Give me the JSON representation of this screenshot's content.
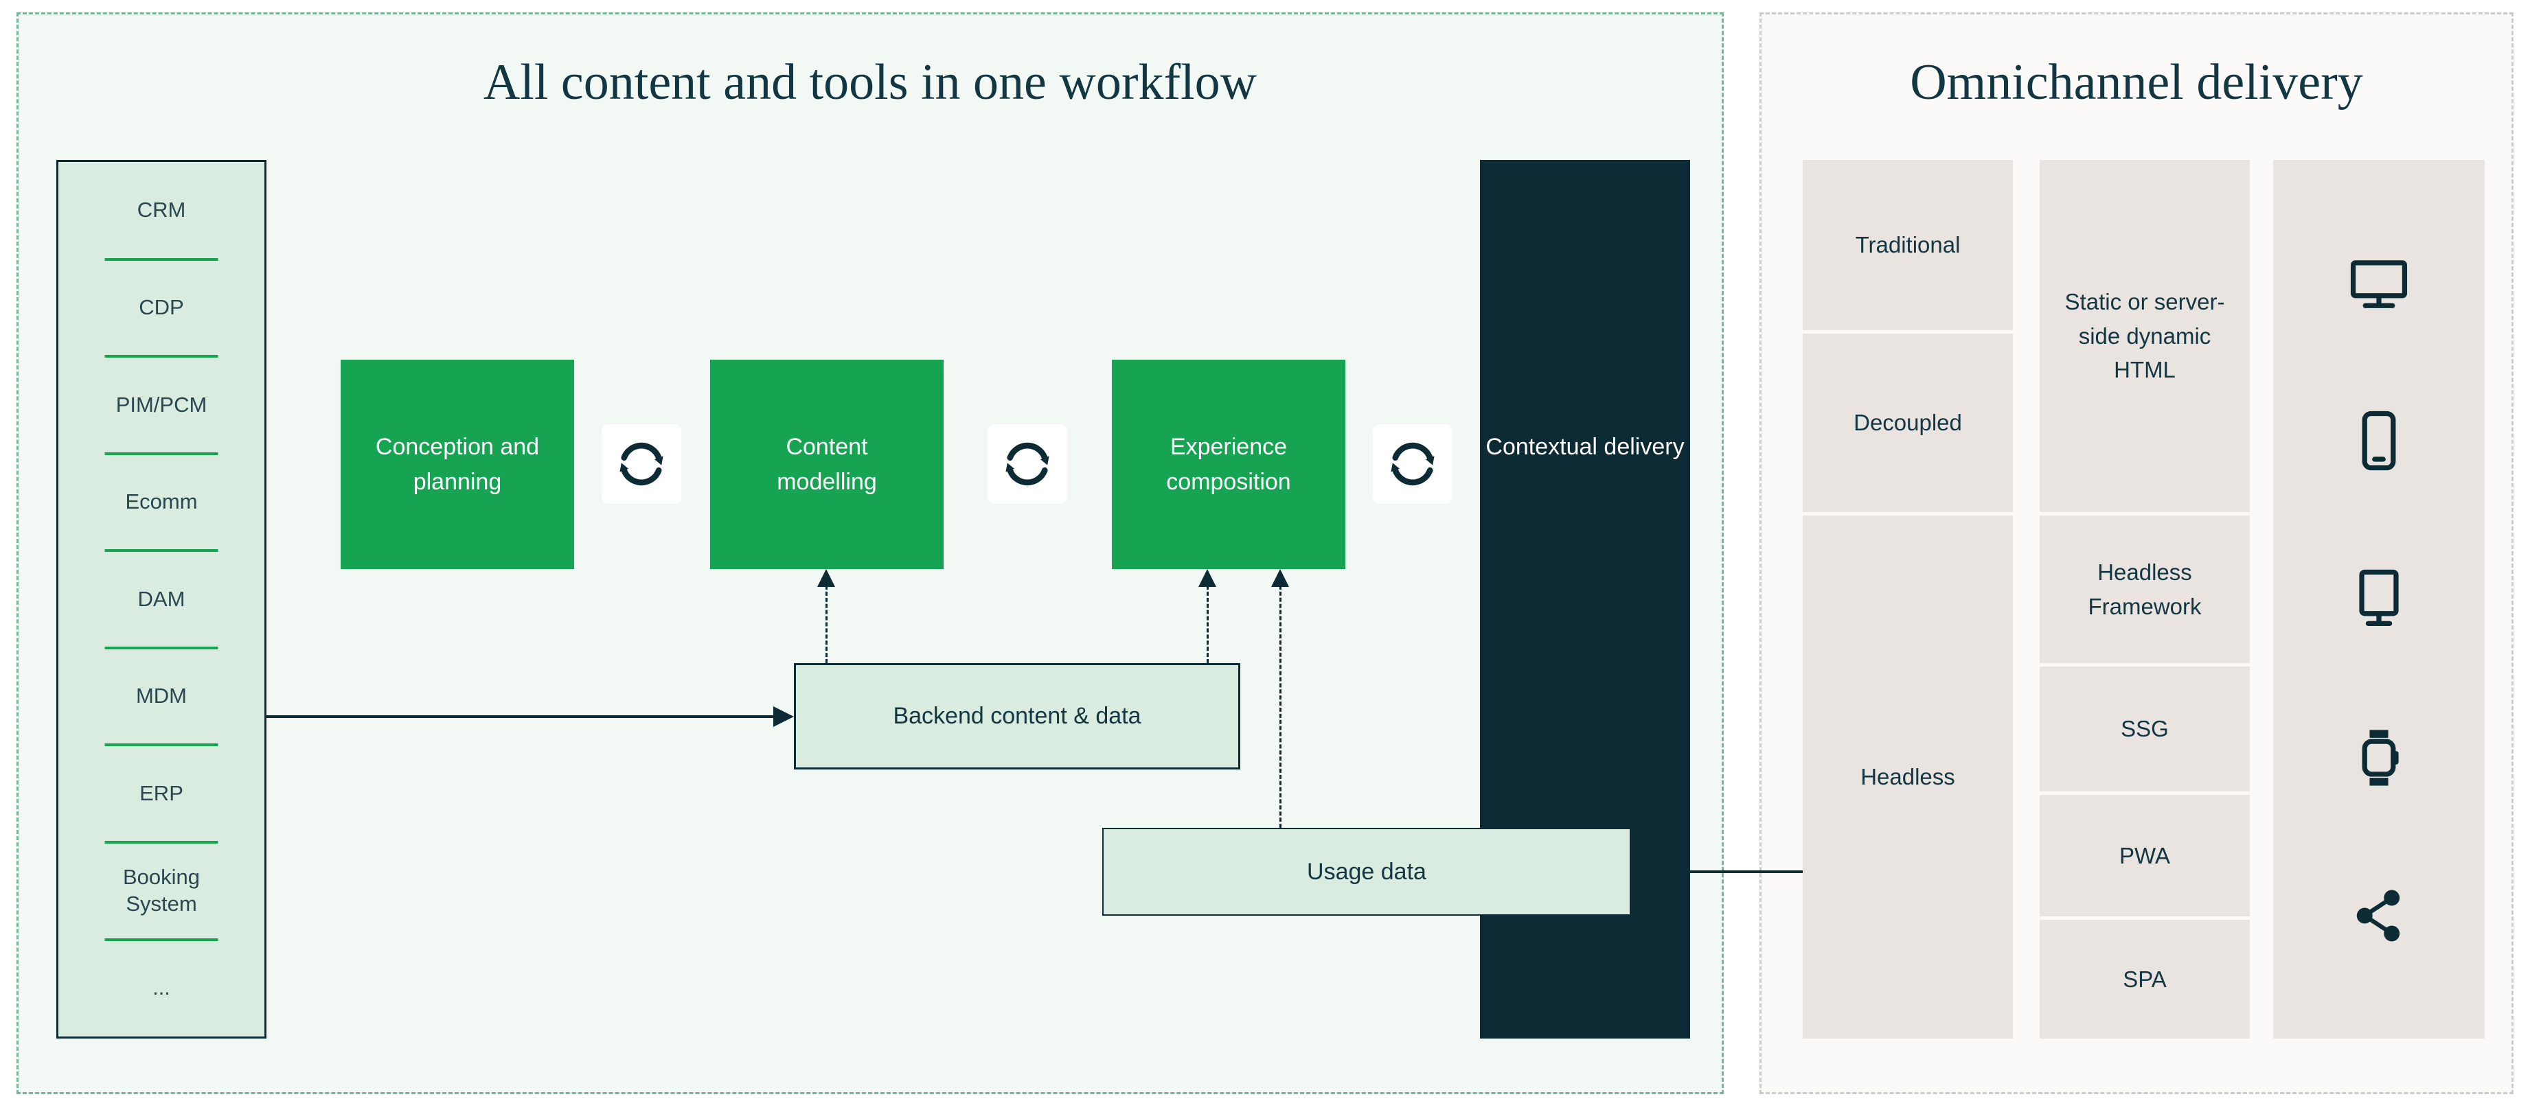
{
  "left_panel": {
    "title": "All content and tools in one workflow",
    "sources": [
      "CRM",
      "CDP",
      "PIM/PCM",
      "Ecomm",
      "DAM",
      "MDM",
      "ERP",
      "Booking System",
      "..."
    ],
    "stages": [
      "Conception and planning",
      "Content modelling",
      "Experience composition"
    ],
    "contextual_delivery": "Contextual delivery",
    "backend_box": "Backend content & data",
    "usage_box": "Usage data"
  },
  "right_panel": {
    "title": "Omnichannel delivery",
    "architectures": [
      "Traditional",
      "Decoupled",
      "Headless"
    ],
    "technologies": [
      "Static or server-side dynamic HTML",
      "Headless Framework",
      "SSG",
      "PWA",
      "SPA"
    ]
  },
  "icons": {
    "sync": "sync-arrows-icon",
    "devices": [
      "desktop-monitor-icon",
      "smartphone-icon",
      "kiosk-display-icon",
      "smartwatch-icon",
      "share-nodes-icon"
    ]
  },
  "colors": {
    "green": "#16a452",
    "dark_teal": "#0d2b35",
    "light_green_fill": "#d9ecdf",
    "workflow_panel_bg": "#f2f8f4",
    "omnichannel_panel_bg": "#fbfaf8",
    "cell_gray": "#e9e4df"
  }
}
